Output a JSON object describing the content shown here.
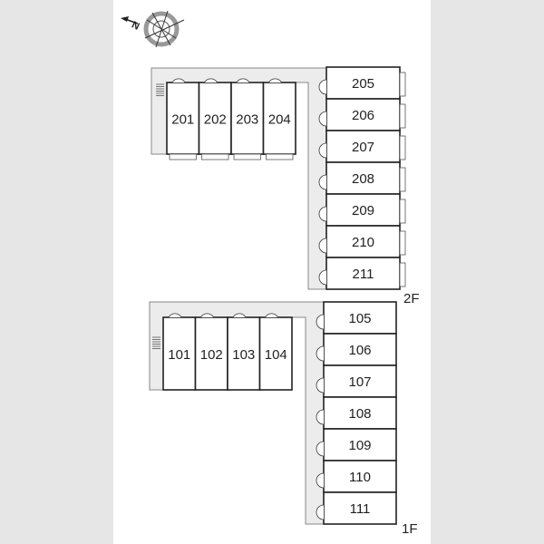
{
  "compass": {
    "north_label": "N"
  },
  "floors": [
    {
      "label": "2F",
      "row_units": [
        "201",
        "202",
        "203",
        "204"
      ],
      "column_units": [
        "205",
        "206",
        "207",
        "208",
        "209",
        "210",
        "211"
      ]
    },
    {
      "label": "1F",
      "row_units": [
        "101",
        "102",
        "103",
        "104"
      ],
      "column_units": [
        "105",
        "106",
        "107",
        "108",
        "109",
        "110",
        "111"
      ]
    }
  ],
  "colors": {
    "corridor": "#ececec",
    "wall": "#222222",
    "background": "#e6e6e6"
  }
}
